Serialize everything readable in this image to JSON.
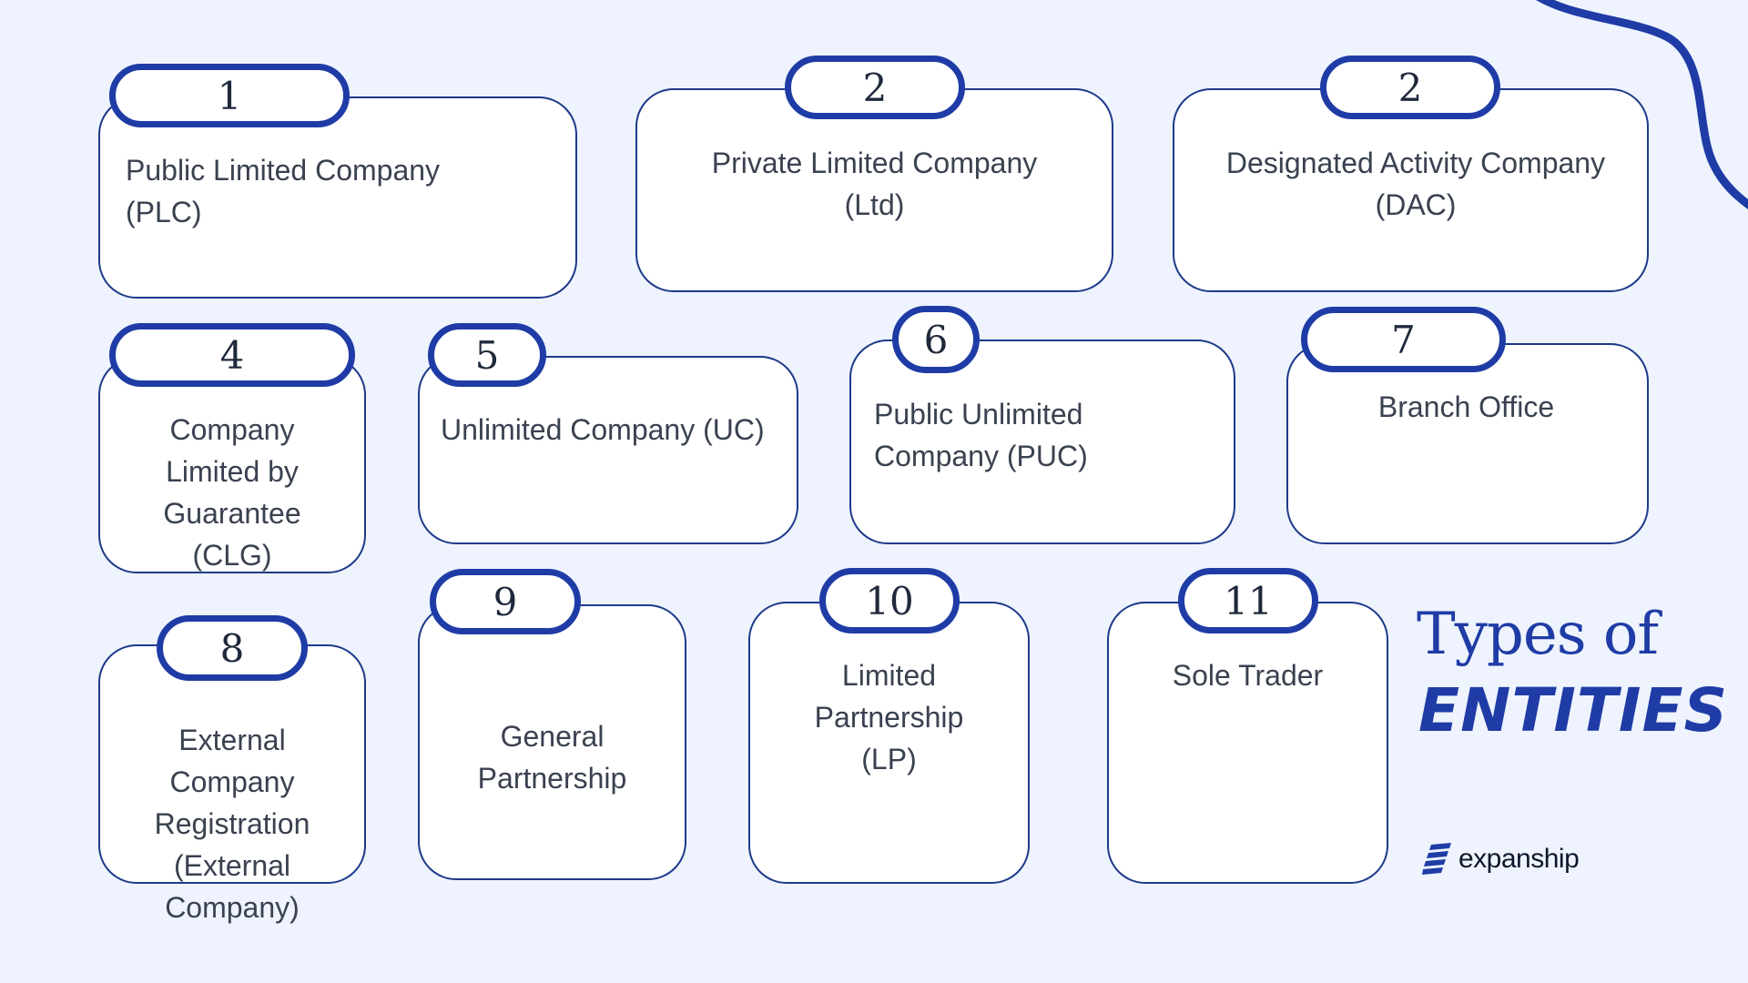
{
  "entities": [
    {
      "number": "1",
      "name": "Public Limited Company\n(PLC)"
    },
    {
      "number": "2",
      "name": "Private Limited Company\n(Ltd)"
    },
    {
      "number": "2",
      "name": "Designated Activity Company\n(DAC)"
    },
    {
      "number": "4",
      "name": "Company\nLimited by\nGuarantee\n(CLG)"
    },
    {
      "number": "5",
      "name": "Unlimited Company (UC)"
    },
    {
      "number": "6",
      "name": "Public Unlimited\nCompany (PUC)"
    },
    {
      "number": "7",
      "name": "Branch Office"
    },
    {
      "number": "8",
      "name": "External\nCompany\nRegistration\n(External\nCompany)"
    },
    {
      "number": "9",
      "name": "General\nPartnership"
    },
    {
      "number": "10",
      "name": "Limited\nPartnership\n(LP)"
    },
    {
      "number": "11",
      "name": "Sole Trader"
    }
  ],
  "title": {
    "line1": "Types of",
    "line2": "ENTITIES"
  },
  "brand": {
    "name": "expanship",
    "icon": "stripes-logo-icon"
  },
  "colors": {
    "accent": "#1f3ca6",
    "background": "#eef3fd",
    "card_border": "#1e3a8a",
    "text": "#3a4150"
  }
}
